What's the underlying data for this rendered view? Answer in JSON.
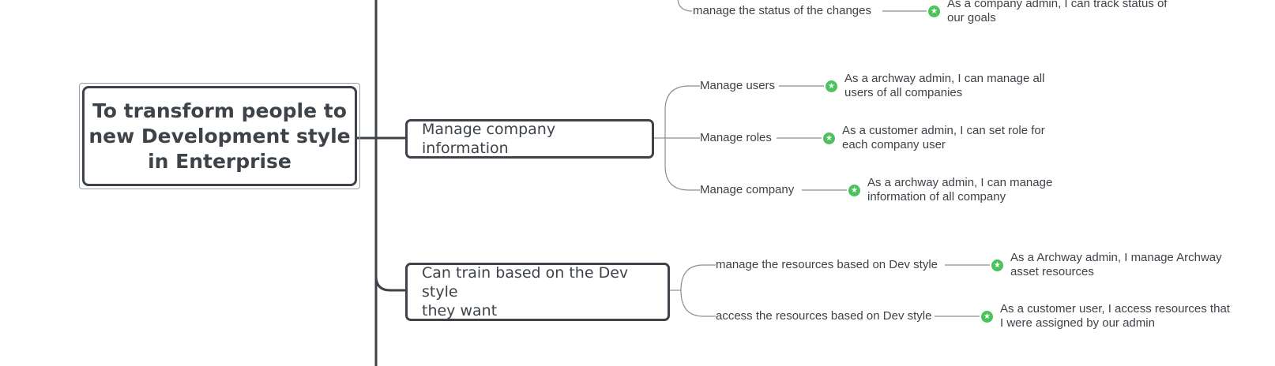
{
  "root": {
    "title_line1": "To transform people to",
    "title_line2": "new Development style",
    "title_line3": "in Enterprise"
  },
  "topics": [
    {
      "label": "Manage company information",
      "subtopics": [
        {
          "label": "Manage users",
          "story_line1": "As a archway admin, I can manage all",
          "story_line2": "users of all companies"
        },
        {
          "label": "Manage roles",
          "story_line1": "As a customer admin, I can set role for",
          "story_line2": "each company user"
        },
        {
          "label": "Manage company",
          "story_line1": "As a archway admin, I can manage",
          "story_line2": "information of all company"
        }
      ]
    },
    {
      "label_line1": "Can train based on the Dev style",
      "label_line2": "they want",
      "subtopics": [
        {
          "label": "manage the resources based on Dev style",
          "story_line1": "As a Archway admin, I manage Archway",
          "story_line2": "asset resources"
        },
        {
          "label": "access the resources based on Dev style",
          "story_line1": "As a customer user, I access resources that",
          "story_line2": "I were assigned by our admin"
        }
      ]
    }
  ],
  "partial_top": {
    "label": "manage the status of the changes",
    "story_line1": "As a company admin, I can track status of",
    "story_line2": "our goals"
  },
  "colors": {
    "line": "#3d4349",
    "thin_line": "#8a8f94",
    "star": "#4cc25c"
  },
  "icons": {
    "marker": "star-icon"
  }
}
